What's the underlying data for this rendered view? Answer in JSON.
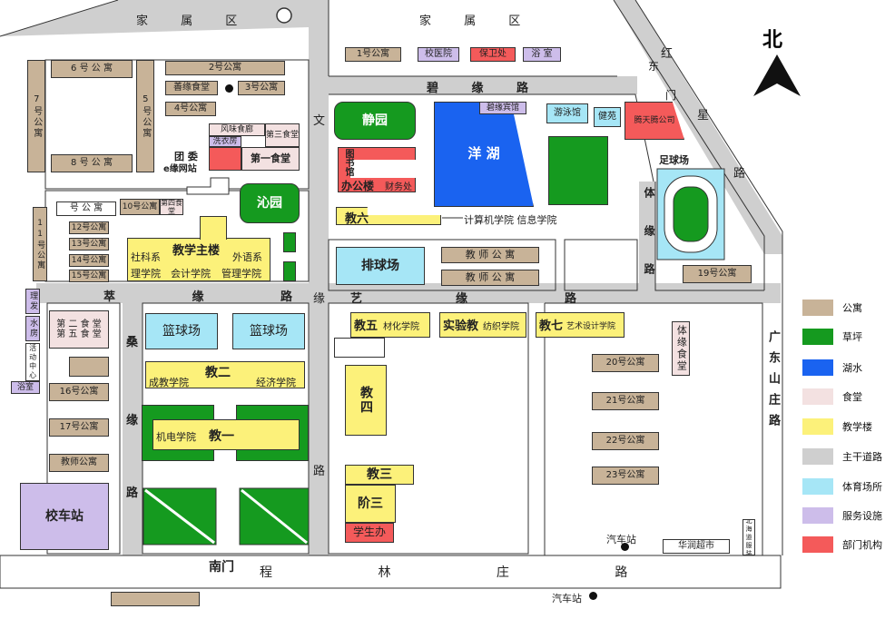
{
  "colors": {
    "apartment": "#c8b398",
    "lawn": "#159a1f",
    "lake": "#1a63f0",
    "canteen": "#f3e1e1",
    "teaching": "#fcf17a",
    "road": "#cfcfcf",
    "sports": "#a6e6f6",
    "service": "#cdbdea",
    "department": "#f45a5a"
  },
  "compass": {
    "label": "北"
  },
  "areas": {
    "family_left": "家 属 区",
    "family_right": "家 属 区"
  },
  "roads": {
    "bi_yuan": "碧 缘 路",
    "wen": "文",
    "hong_xing": "红 星 路",
    "dong_men": "东 门",
    "cui_yuan": "萃 缘 路",
    "yi_yuan_left": "缘",
    "yi": "艺",
    "yi_yuan_right": "缘",
    "lu_right": "路",
    "sang": "桑",
    "sang_yuan": "缘",
    "sang_lu": "路",
    "wen_lu": "路",
    "ti_yuan": "体缘路",
    "guangdong": "广东山庄路",
    "cheng_lin": "程 林 庄 路",
    "south_gate": "南门"
  },
  "buildings": {
    "apt6": "6 号 公 寓",
    "apt7": "7号公寓",
    "apt5": "5号公寓",
    "apt8": "8 号 公 寓",
    "apt2": "2号公寓",
    "shanyuan": "善缘食堂",
    "apt3": "3号公寓",
    "apt4": "4号公寓",
    "fengwei": "风味食廊",
    "canteen3": "第三食堂",
    "laundry": "洗衣房",
    "canteen1": "第一食堂",
    "tuanwei": "团 委",
    "eyuan": "e缘网站",
    "hao_apt": "号 公 寓",
    "apt10": "10号公寓",
    "canteen4": "第四食堂",
    "apt11": "11号公寓",
    "apt12": "12号公寓",
    "apt13": "13号公寓",
    "apt14": "14号公寓",
    "apt15": "15号公寓",
    "main_teach": "教学主楼",
    "shekexi": "社科系",
    "waiyuxi": "外语系",
    "lixue": "理学院",
    "kuaiji": "会计学院",
    "guanli": "管理学院",
    "qinyuan": "沁园",
    "jingyuan": "静园",
    "apt1": "1号公寓",
    "clinic": "校医院",
    "security": "保卫处",
    "bath_top": "浴 室",
    "biyuan_hotel": "碧缘宾馆",
    "yanghu": "洋 湖",
    "pool": "游泳馆",
    "gym": "健苑",
    "tengtian": "腾天腾公司",
    "library": "图书馆",
    "office": "办公楼",
    "finance": "财务处",
    "jiao6": "教六",
    "computer_it": "计算机学院 信息学院",
    "football": "足球场",
    "apt19": "19号公寓",
    "volleyball": "排球场",
    "teacher_apt1": "教 师 公 寓",
    "teacher_apt2": "教 师 公 寓",
    "lifa": "理发",
    "water": "水房",
    "activity": "活动中心",
    "bath_left": "浴室",
    "canteen2_5": "第 二 食 堂 第 五 食 堂",
    "apt16": "16号公寓",
    "apt17": "17号公寓",
    "teacher_apt3": "教师公寓",
    "bus_station": "校车站",
    "basketball1": "篮球场",
    "basketball2": "篮球场",
    "jiao2": "教二",
    "chengjiao": "成教学院",
    "jingji": "经济学院",
    "jiao1": "教一",
    "jidian": "机电学院",
    "jiao5": "教五",
    "cailiao": "材化学院",
    "shiyanjiao": "实验教",
    "fangzhi": "纺织学院",
    "jiao7": "教七",
    "yishu": "艺术设计学院",
    "jiao4": "教四",
    "jiao3": "教三",
    "jie3": "阶三",
    "xueshengban": "学生办",
    "tiyuan_canteen": "体缘食堂",
    "apt20": "20号公寓",
    "apt21": "21号公寓",
    "apt22": "22号公寓",
    "apt23": "23号公寓",
    "bus_stop1": "汽车站",
    "huarun": "华润超市",
    "bus_stop2": "汽车站",
    "beihai": "北海道服装"
  },
  "legend": [
    {
      "label": "公寓",
      "color": "#c8b398"
    },
    {
      "label": "草坪",
      "color": "#159a1f"
    },
    {
      "label": "湖水",
      "color": "#1a63f0"
    },
    {
      "label": "食堂",
      "color": "#f3e1e1"
    },
    {
      "label": "教学楼",
      "color": "#fcf17a"
    },
    {
      "label": "主干道路",
      "color": "#cfcfcf"
    },
    {
      "label": "体育场所",
      "color": "#a6e6f6"
    },
    {
      "label": "服务设施",
      "color": "#cdbdea"
    },
    {
      "label": "部门机构",
      "color": "#f45a5a"
    }
  ]
}
